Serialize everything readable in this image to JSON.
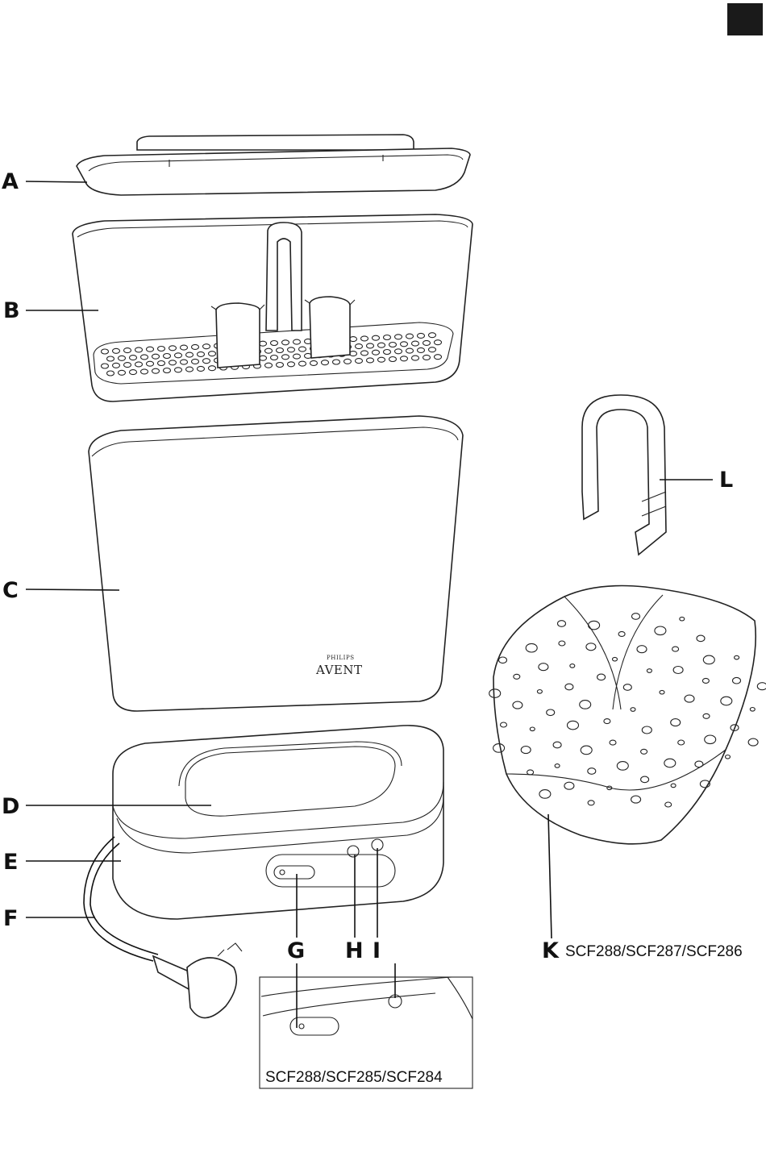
{
  "callouts": {
    "a": "A",
    "b": "B",
    "c": "C",
    "d": "D",
    "e": "E",
    "f": "F",
    "g": "G",
    "h": "H",
    "i": "I",
    "k": "K",
    "l": "L"
  },
  "models": {
    "basket": "SCF288/SCF287/SCF286",
    "inset": "SCF288/SCF285/SCF284"
  },
  "brand": {
    "maker": "PHILIPS",
    "line": "AVENT"
  },
  "colors": {
    "ink": "#111111",
    "corner_tab": "#1a1a1a"
  }
}
